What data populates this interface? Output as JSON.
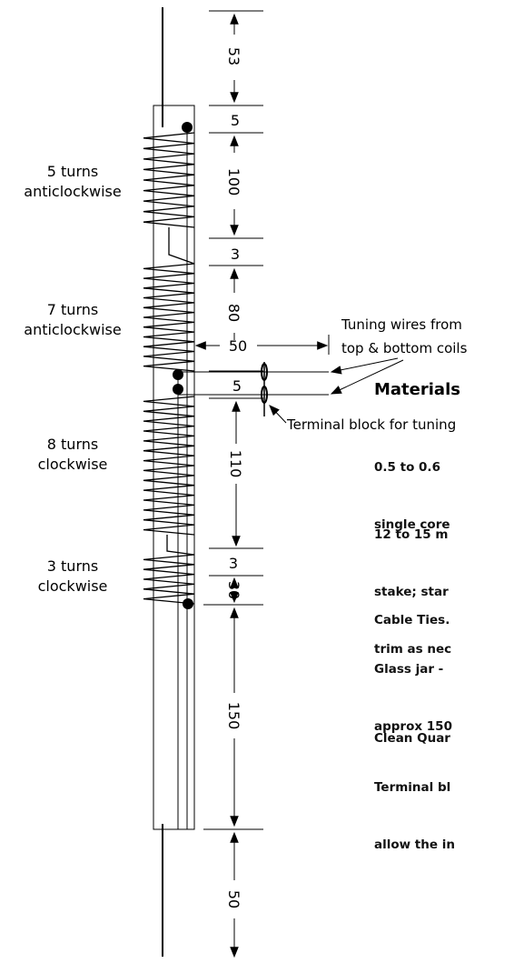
{
  "coil_labels": [
    {
      "line1": "5 turns",
      "line2": "anticlockwise"
    },
    {
      "line1": "7 turns",
      "line2": "anticlockwise"
    },
    {
      "line1": "8 turns",
      "line2": "clockwise"
    },
    {
      "line1": "3 turns",
      "line2": "clockwise"
    }
  ],
  "dimensions": {
    "top_wire": "53",
    "gap_top": "5",
    "coil_1": "100",
    "gap_1": "3",
    "coil_2": "80",
    "width": "50",
    "gap_tuning": "5",
    "coil_3": "110",
    "gap_3": "3",
    "coil_4": "30",
    "lower_section": "150",
    "bottom_wire": "50"
  },
  "annotations": {
    "tuning_wires_line1": "Tuning wires from",
    "tuning_wires_line2": "top & bottom coils",
    "terminal_block": "Terminal block for tuning"
  },
  "materials": {
    "title": "Materials",
    "items": [
      {
        "line1": "0.5 to 0.6",
        "line2": "single core"
      },
      {
        "line1": "12 to 15 m",
        "line2": "stake; star",
        "line3": "trim as nec"
      },
      {
        "line1": "Cable Ties."
      },
      {
        "line1": "Glass jar -",
        "line2": "approx 150"
      },
      {
        "line1": "Clean Quar"
      },
      {
        "line1": "Terminal bl",
        "line2": "allow the in"
      }
    ]
  },
  "colors": {
    "line": "#000000",
    "background": "#ffffff"
  }
}
